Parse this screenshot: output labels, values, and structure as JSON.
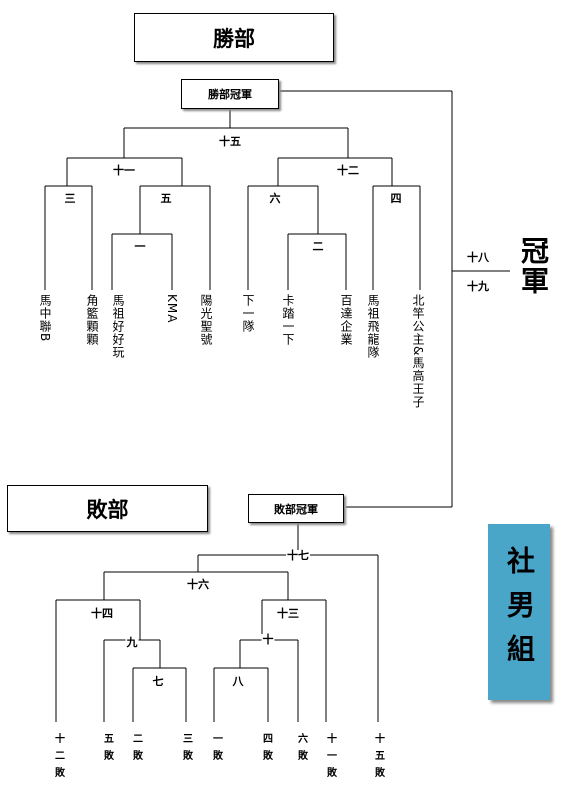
{
  "winners": {
    "section_title": "勝部",
    "final_label": "勝部冠軍",
    "match_labels": {
      "m15": "十五",
      "m11": "十一",
      "m12": "十二",
      "m3": "三",
      "m5": "五",
      "m1": "一",
      "m6": "六",
      "m2": "二",
      "m4": "四"
    },
    "teams": [
      "馬中聯B",
      "角籃顆顆",
      "馬祖好好玩",
      "KMA",
      "陽光聖號",
      "下一隊",
      "卡踏一下",
      "百達企業",
      "馬祖飛龍隊",
      "北竿公主&馬高王子"
    ]
  },
  "final": {
    "m18": "十八",
    "m19": "十九",
    "champion_label": "冠軍"
  },
  "losers": {
    "section_title": "敗部",
    "final_label": "敗部冠軍",
    "match_labels": {
      "m17": "十七",
      "m16": "十六",
      "m14": "十四",
      "m13": "十三",
      "m9": "九",
      "m7": "七",
      "m10": "十",
      "m8": "八"
    },
    "entries": [
      "十二敗",
      "五敗",
      "二敗",
      "三敗",
      "一敗",
      "四敗",
      "六敗",
      "十一敗",
      "十五敗"
    ]
  },
  "division_label": "社男組"
}
